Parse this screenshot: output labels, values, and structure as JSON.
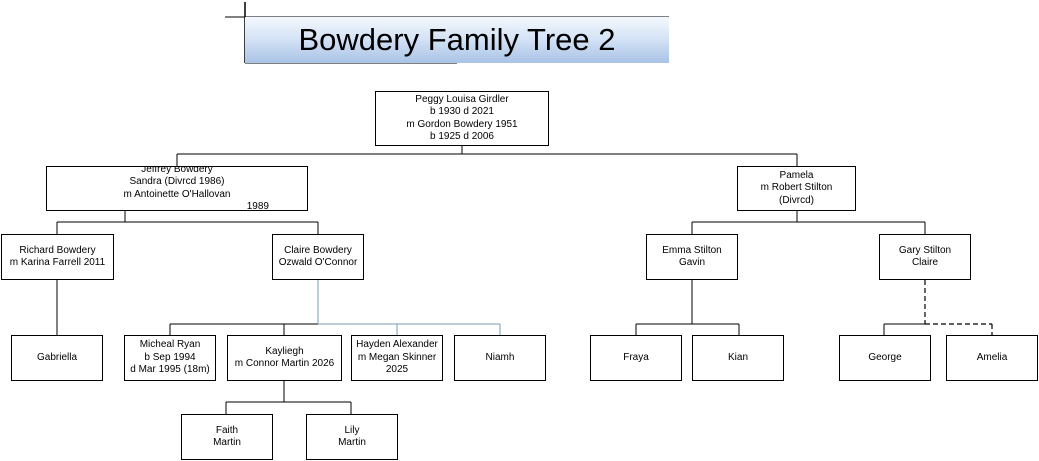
{
  "title": "Bowdery Family Tree 2",
  "colors": {
    "title_gradient_bottom": "#a9c3e6",
    "line": "#000000",
    "blue_line": "#7a9bb5"
  },
  "people": {
    "peggy": [
      "Peggy Louisa Girdler",
      "b 1930 d 2021",
      "m Gordon Bowdery 1951",
      "b 1925 d 2006"
    ],
    "jeffrey": {
      "name": "Jeffrey Bowdery",
      "left": "Sandra (Divrcd 1986)",
      "right": "m Antoinette O'Hallovan",
      "year": "1989"
    },
    "pamela": [
      "Pamela",
      "m Robert Stilton",
      "(Divrcd)"
    ],
    "richard": [
      "Richard Bowdery",
      "m Karina Farrell 2011"
    ],
    "claire": [
      "Claire Bowdery",
      "Ozwald O'Connor"
    ],
    "emma": [
      "Emma Stilton",
      "Gavin"
    ],
    "gary": [
      "Gary Stilton",
      "Claire"
    ],
    "gabriella": [
      "Gabriella"
    ],
    "micheal": [
      "Micheal Ryan",
      "b Sep 1994",
      "d Mar 1995 (18m)"
    ],
    "kayliegh": [
      "Kayliegh",
      "m Connor Martin 2026"
    ],
    "hayden": [
      "Hayden Alexander",
      "m Megan Skinner",
      "2025"
    ],
    "niamh": [
      "Niamh"
    ],
    "fraya": [
      "Fraya"
    ],
    "kian": [
      "Kian"
    ],
    "george": [
      "George"
    ],
    "amelia": [
      "Amelia"
    ],
    "faith": [
      "Faith",
      "Martin"
    ],
    "lily": [
      "Lily",
      "Martin"
    ]
  }
}
